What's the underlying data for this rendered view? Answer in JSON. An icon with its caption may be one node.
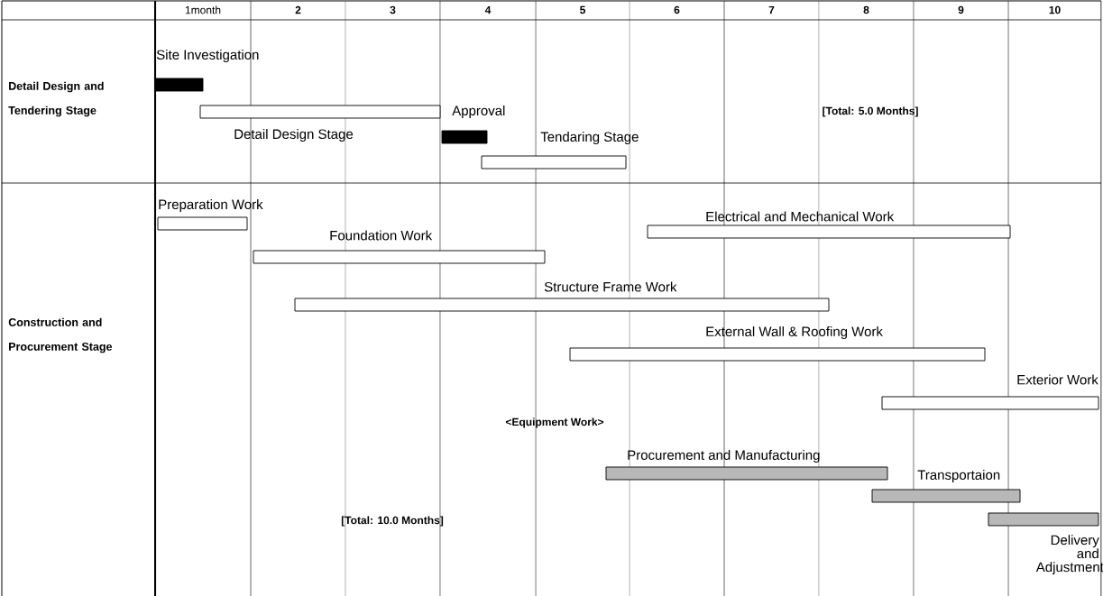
{
  "diagram": {
    "nodes": [
      {
        "text": [
          "Site Investigation"
        ]
      },
      {
        "text": [
          "Detail Design Stage"
        ]
      },
      {
        "text": [
          "Approval"
        ]
      },
      {
        "text": [
          "Tendaring Stage"
        ]
      },
      {
        "text": [
          "Preparation Work"
        ]
      },
      {
        "text": [
          "Foundation Work"
        ]
      },
      {
        "text": [
          "Electrical and Mechanical Work"
        ]
      },
      {
        "text": [
          "Structure Frame Work"
        ]
      },
      {
        "text": [
          "External Wall &  Roofing Work"
        ]
      },
      {
        "text": [
          "Exterior Work"
        ]
      },
      {
        "text": [
          "Procurement and Manufacturing"
        ]
      },
      {
        "text": [
          "Transportaion"
        ]
      },
      {
        "text": [
          "Delivery and Adjustment"
        ]
      }
    ],
    "labels": [
      "1month",
      "2",
      "3",
      "4",
      "5",
      "6",
      "7",
      "8",
      "9",
      "10",
      "Detail Design and Tendering Stage",
      "[Total: 5.0 Months]",
      "Construction and Procurement Stage",
      "<Equipment Work>",
      "[Total: 10.0 Months]"
    ]
  }
}
